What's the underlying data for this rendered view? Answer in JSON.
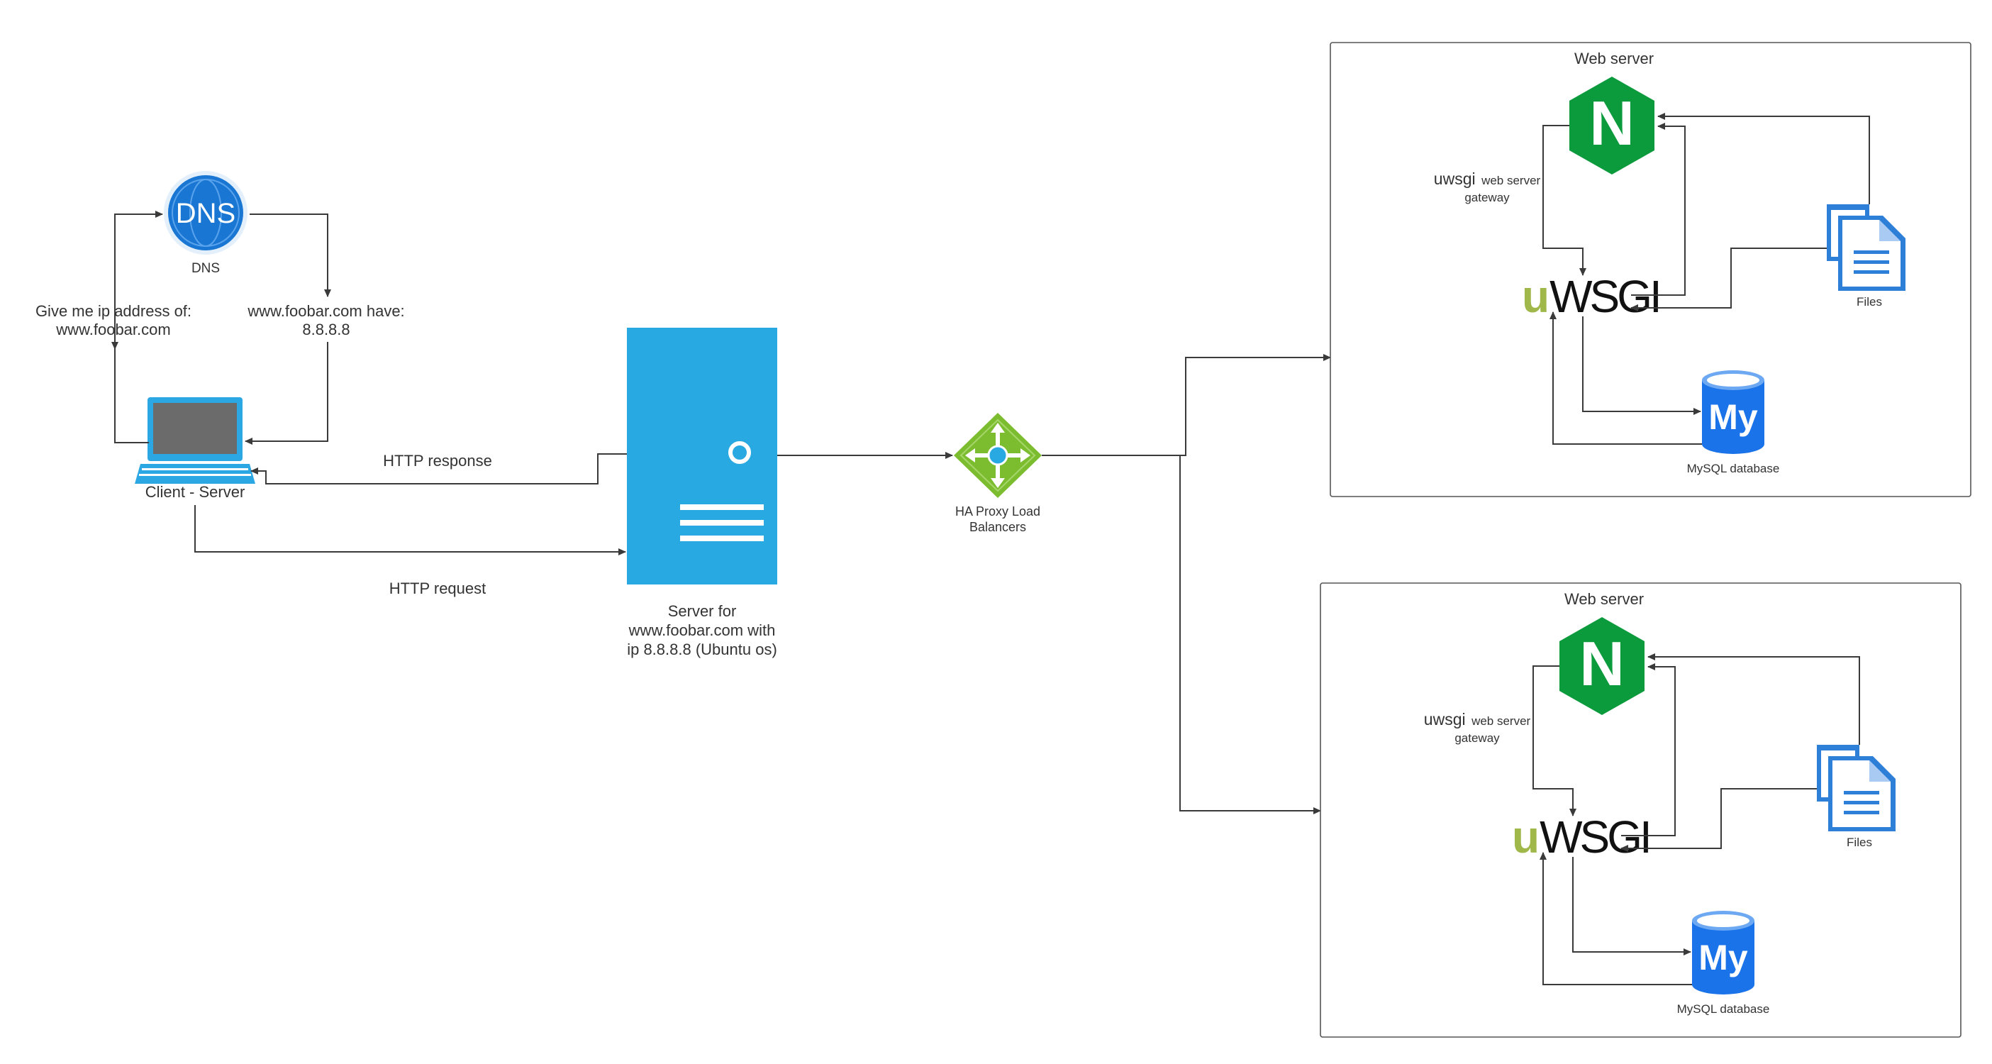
{
  "dns": {
    "label": "DNS",
    "badge": "DNS",
    "color": "#1976d2"
  },
  "query_label": [
    "Give me ip address of:",
    "www.foobar.com"
  ],
  "answer_label": [
    "www.foobar.com have:",
    "8.8.8.8"
  ],
  "client": {
    "label": "Client - Server",
    "color": "#2ba7e3"
  },
  "http_response_label": "HTTP response",
  "http_request_label": "HTTP request",
  "server": {
    "label": [
      "Server for",
      "www.foobar.com with",
      "ip 8.8.8.8 (Ubuntu os)"
    ],
    "color": "#29a9e1"
  },
  "load_balancer": {
    "label": [
      "HA Proxy Load",
      "Balancers"
    ],
    "color": "#7cbd30"
  },
  "web_servers": [
    {
      "title": "Web server",
      "nginx_badge": "N",
      "gateway_label": {
        "prefix": "uwsgi",
        "rest": "web server",
        "line2": "gateway"
      },
      "uwsgi_logo": {
        "u": "u",
        "rest": "WSGI"
      },
      "files_label": "Files",
      "mysql_label": "MySQL database",
      "mysql_badge": "My"
    },
    {
      "title": "Web server",
      "nginx_badge": "N",
      "gateway_label": {
        "prefix": "uwsgi",
        "rest": "web server",
        "line2": "gateway"
      },
      "uwsgi_logo": {
        "u": "u",
        "rest": "WSGI"
      },
      "files_label": "Files",
      "mysql_label": "MySQL database",
      "mysql_badge": "My"
    }
  ],
  "colors": {
    "nginx": "#0b9a3c",
    "uwsgi_u": "#a0b84a",
    "files": "#2d7fd8",
    "mysql": "#1a73e8",
    "laptop_screen": "#6b6b6b"
  }
}
